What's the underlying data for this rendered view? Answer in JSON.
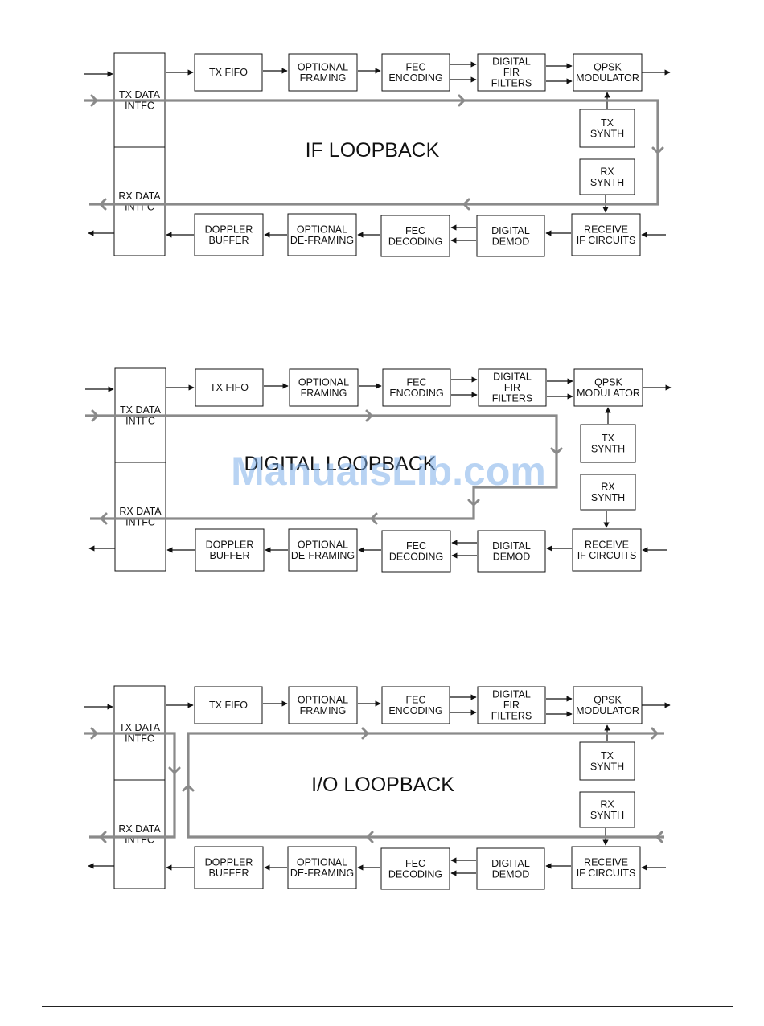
{
  "colors": {
    "line": "#111111",
    "loop": "#8a8a8a",
    "watermark": "#7eaeea"
  },
  "blocks": {
    "tx_intf": [
      "TX DATA",
      "INTFC"
    ],
    "rx_intf": [
      "RX DATA",
      "INTFC"
    ],
    "tx_fifo": [
      "TX FIFO"
    ],
    "opt_framing": [
      "OPTIONAL",
      "FRAMING"
    ],
    "fec_enc": [
      "FEC",
      "ENCODING"
    ],
    "fir": [
      "DIGITAL",
      "FIR",
      "FILTERS"
    ],
    "qpsk": [
      "QPSK",
      "MODULATOR"
    ],
    "tx_synth": [
      "TX",
      "SYNTH"
    ],
    "rx_synth": [
      "RX",
      "SYNTH"
    ],
    "doppler": [
      "DOPPLER",
      "BUFFER"
    ],
    "opt_deframing": [
      "OPTIONAL",
      "DE-FRAMING"
    ],
    "fec_dec": [
      "FEC",
      "DECODING"
    ],
    "demod": [
      "DIGITAL",
      "DEMOD"
    ],
    "receive": [
      "RECEIVE",
      "IF CIRCUITS"
    ]
  },
  "diagrams": [
    {
      "id": "if-loopback",
      "title": "IF LOOPBACK"
    },
    {
      "id": "digital-loopback",
      "title": "DIGITAL LOOPBACK"
    },
    {
      "id": "io-loopback",
      "title": "I/O LOOPBACK"
    }
  ],
  "watermark": "ManualsLib.com"
}
